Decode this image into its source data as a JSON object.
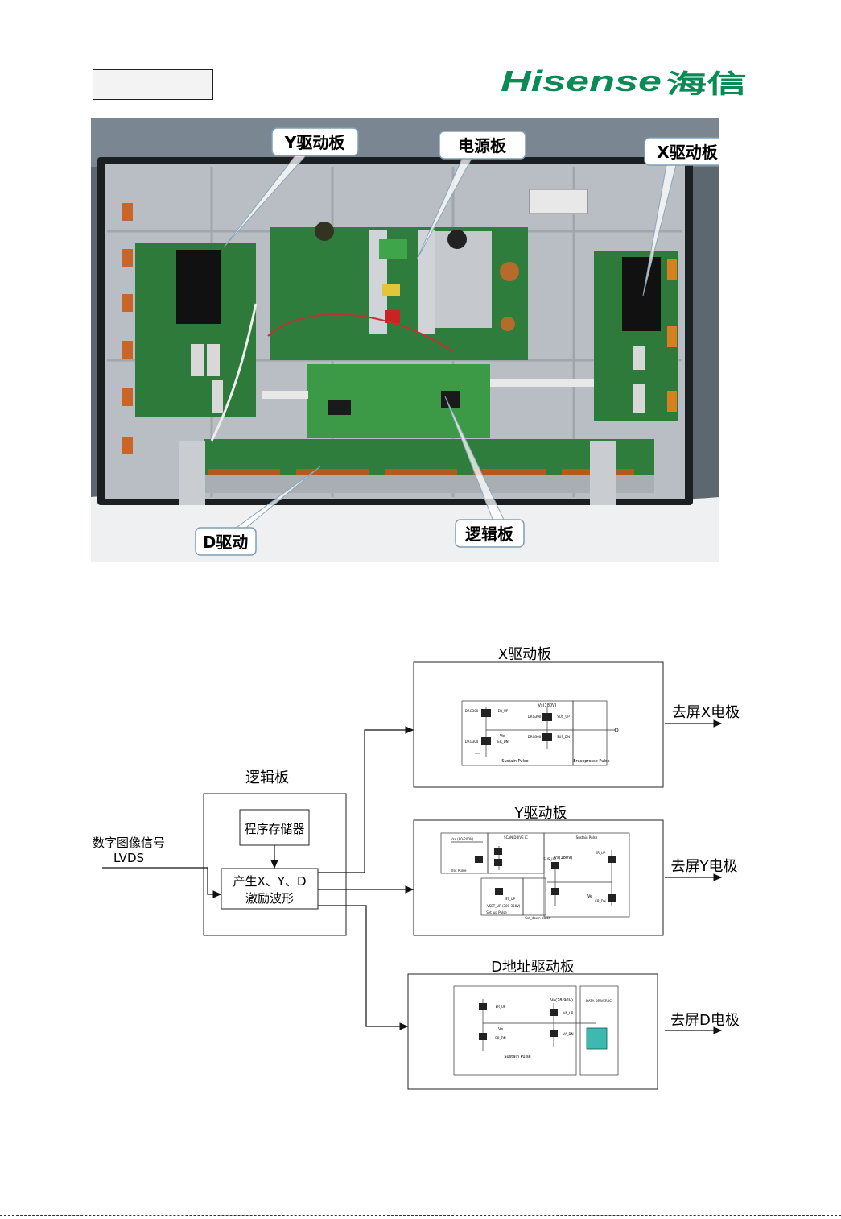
{
  "header": {
    "brand_latin": "Hisense",
    "brand_cn": "海信",
    "brand_color": "#0a8a55"
  },
  "photo": {
    "callouts": {
      "y_board": "Y驱动板",
      "power_board": "电源板",
      "x_board": "X驱动板",
      "d_drive": "D驱动",
      "logic_board": "逻辑板"
    }
  },
  "diagram": {
    "input": {
      "line1": "数字图像信号",
      "line2": "LVDS"
    },
    "logic_board": {
      "title": "逻辑板",
      "memory": "程序存储器",
      "generator_line1": "产生X、Y、D",
      "generator_line2": "激励波形"
    },
    "x_board": {
      "title": "X驱动板",
      "output": "去屏X电极",
      "schematic": {
        "vs": "Vs(180V)",
        "sustain_pulse": "Sustain Pulse",
        "erase_pulse": "Erasepresse Pulse",
        "q1": "DRG300",
        "q2": "DRG300",
        "q3": "DRG300",
        "q4": "DRG300",
        "sig1": "ER_UP",
        "sig2": "ER_DN",
        "sig3": "SUS_UP",
        "sig4": "SUS_DN",
        "ve": "Ve"
      }
    },
    "y_board": {
      "title": "Y驱动板",
      "output": "去屏Y电极",
      "schematic": {
        "vss": "Vss\n(80-200V)",
        "vsc_pulse": "Vsc Pulse",
        "scan_ic": "SCAN DRIVE IC",
        "sustain_pulse": "Sustain Pulse",
        "vs": "Vs(180V)",
        "setup_pulse": "Set_up Pulse",
        "setdown_pulse": "Set_down pulse",
        "vset": "VSET_UP\n(300-360V)",
        "sig1": "ER_UP",
        "sig2": "ER_DN",
        "sig3": "ST_UP",
        "sig4": "SUS_UP",
        "ve": "Ve"
      }
    },
    "d_board": {
      "title": "D地址驱动板",
      "output": "去屏D电极",
      "schematic": {
        "va": "Va(78-90V)",
        "sustain_pulse": "Sustain Pulse",
        "data_ic": "DATA DRIVER IC",
        "sig1": "ER_UP",
        "sig2": "ER_DN",
        "sig3": "VA_UP",
        "sig4": "VA_DN",
        "ve": "Ve"
      }
    }
  }
}
